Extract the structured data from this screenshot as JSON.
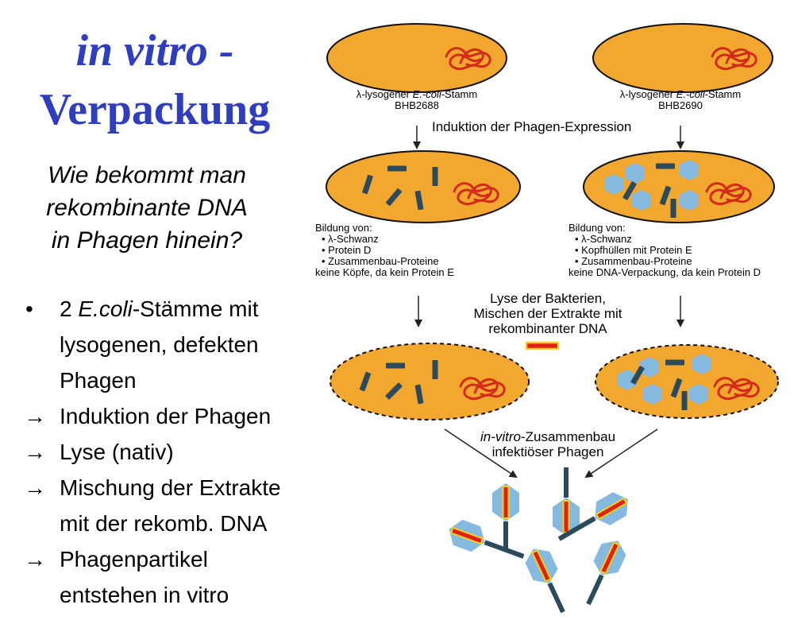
{
  "title": {
    "line1": "in vitro -",
    "line2": "Verpackung"
  },
  "question": [
    "Wie bekommt man",
    "rekombinante DNA",
    "in Phagen hinein?"
  ],
  "bullets": [
    {
      "marker": "•",
      "pre": "2 ",
      "em": "E.coli",
      "post": "-Stämme mit"
    },
    {
      "marker": "",
      "text": "lysogenen, defekten"
    },
    {
      "marker": "",
      "text": "Phagen"
    },
    {
      "marker": "→",
      "text": "Induktion der Phagen"
    },
    {
      "marker": "→",
      "text": "Lyse (nativ)"
    },
    {
      "marker": "→",
      "text": "Mischung der Extrakte"
    },
    {
      "marker": "",
      "text": "mit der rekomb. DNA"
    },
    {
      "marker": "→",
      "text": "Phagenpartikel"
    },
    {
      "marker": "",
      "text": "entstehen in vitro"
    }
  ],
  "diagram": {
    "strain_left": {
      "pre": "λ-lysogener ",
      "em": "E.-coli",
      "post": "-Stamm",
      "id": "BHB2688"
    },
    "strain_right": {
      "pre": "λ-lysogener ",
      "em": "E.-coli",
      "post": "-Stamm",
      "id": "BHB2690"
    },
    "induction": "Induktion der Phagen-Expression",
    "left_list": [
      "Bildung von:",
      "• λ-Schwanz",
      "• Protein D",
      "• Zusammenbau-Proteine",
      "keine Köpfe, da kein Protein E"
    ],
    "right_list": [
      "Bildung von:",
      "• λ-Schwanz",
      "• Kopfhüllen mit Protein E",
      "• Zusammenbau-Proteine",
      "keine DNA-Verpackung, da kein Protein D"
    ],
    "lysis": [
      "Lyse der Bakterien,",
      "Mischen der Extrakte mit",
      "rekombinanter DNA"
    ],
    "assembly": {
      "em": "in-vitro",
      "post": "-Zusammenbau",
      "line2": "infektiöser Phagen"
    }
  },
  "colors": {
    "title": "#2f3dbf",
    "cell": "#f2a72e",
    "dna": "#d42a1a",
    "tail": "#2b4a5c",
    "head": "#86b9e0",
    "insert_red": "#e02018",
    "insert_yellow": "#f4d21a"
  }
}
